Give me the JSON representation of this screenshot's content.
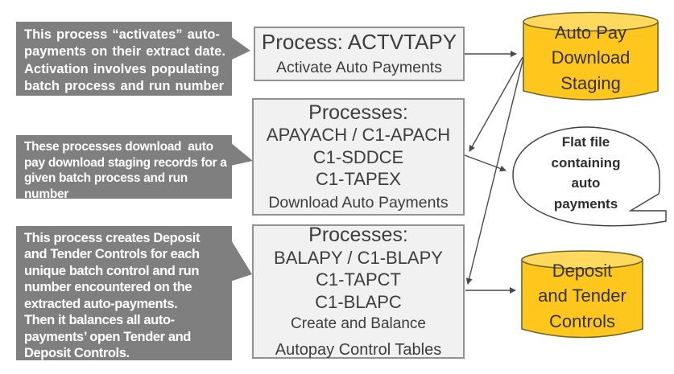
{
  "colors": {
    "callout_gray": "#7f7f7f",
    "box_fill": "#f1f1f1",
    "box_border": "#919191",
    "text_dark": "#3d3d3d",
    "gold": "#ffc71d",
    "gold_light": "#ffd95e",
    "gold_border": "#6e6726",
    "arrow": "#4a4a4a"
  },
  "callouts": [
    {
      "text": "This process “activates” auto-\npayments on their extract date.\nActivation involves populating\nbatch process and run number"
    },
    {
      "text": "These processes download  auto\npay download staging records for a\ngiven batch process and run\nnumber"
    },
    {
      "text": "This process creates Deposit\nand Tender Controls for each\nunique batch control and run\nnumber encountered on the\nextracted auto-payments.\nThen it balances all auto-\npayments’ open Tender and\nDeposit Controls."
    }
  ],
  "process_boxes": [
    {
      "title": "Process: ACTVTAPY",
      "codes": [],
      "subtitle": [
        "Activate Auto Payments"
      ]
    },
    {
      "title": "Processes:",
      "codes": [
        "APAYACH / C1-APACH",
        "C1-SDDCE",
        "C1-TAPEX"
      ],
      "subtitle": [
        "Download Auto Payments"
      ]
    },
    {
      "title": "Processes:",
      "codes": [
        "BALAPY / C1-BLAPY",
        "C1-TAPCT",
        "C1-BLAPC"
      ],
      "subtitle": [
        "Create and Balance",
        "Autopay Control Tables"
      ]
    }
  ],
  "datastores": [
    {
      "lines": [
        "Auto Pay",
        "Download",
        "Staging"
      ]
    },
    {
      "lines": [
        "Deposit",
        "and Tender",
        "Controls"
      ]
    }
  ],
  "bubble": {
    "lines": [
      "Flat file",
      "containing",
      "auto",
      "payments"
    ]
  }
}
